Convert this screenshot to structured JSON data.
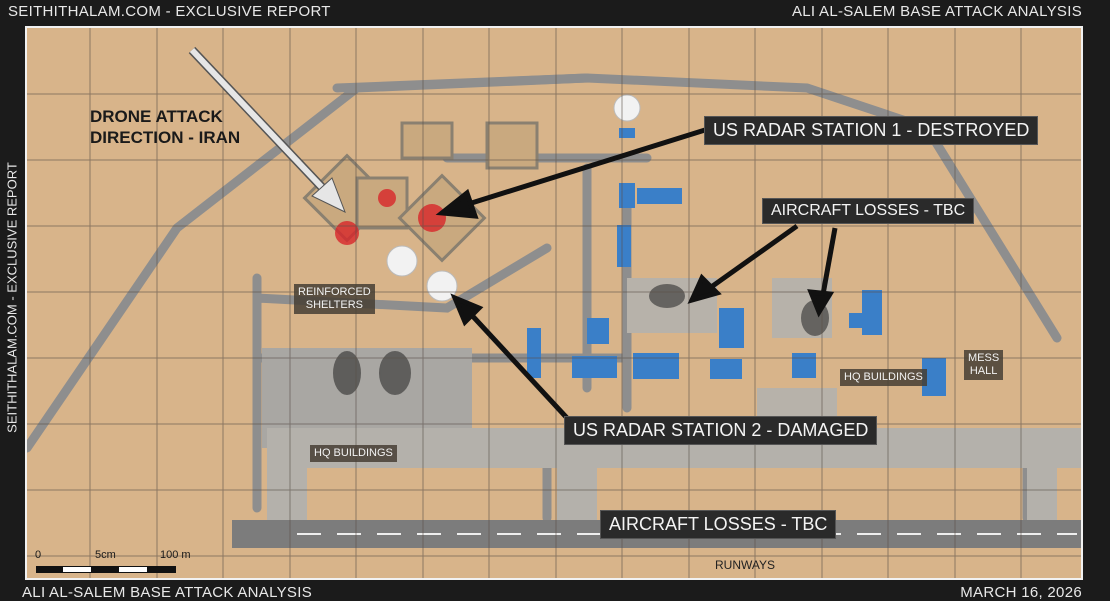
{
  "header": {
    "left": "SEITHITHALAM.COM - EXCLUSIVE REPORT",
    "right": "ALI AL-SALEM BASE ATTACK ANALYSIS"
  },
  "footer": {
    "left": "ALI AL-SALEM BASE ATTACK ANALYSIS",
    "right": "MARCH 16, 2026"
  },
  "side_text": "SEITHITHALAM.COM - EXCLUSIVE REPORT",
  "annotations": {
    "drone_line1": "DRONE ATTACK",
    "drone_line2": "DIRECTION - IRAN",
    "radar1": "US RADAR STATION 1 - DESTROYED",
    "aircraft_losses_top": "AIRCRAFT LOSSES - TBC",
    "shelters_line1": "REINFORCED",
    "shelters_line2": "SHELTERS",
    "hq_right": "HQ BUILDINGS",
    "mess_line1": "MESS",
    "mess_line2": "HALL",
    "radar2": "US RADAR STATION 2 - DAMAGED",
    "hq_left": "HQ BUILDINGS",
    "aircraft_losses_runway": "AIRCRAFT LOSSES - TBC",
    "runways": "RUNWAYS"
  },
  "scale_bar": {
    "start": "0",
    "mid": "5cm",
    "end": "100 m"
  },
  "colors": {
    "sand": "#d8b48a",
    "roof": "#3a7fc8",
    "label_bg": "#2a2a2a",
    "fire": "#d8262a"
  }
}
